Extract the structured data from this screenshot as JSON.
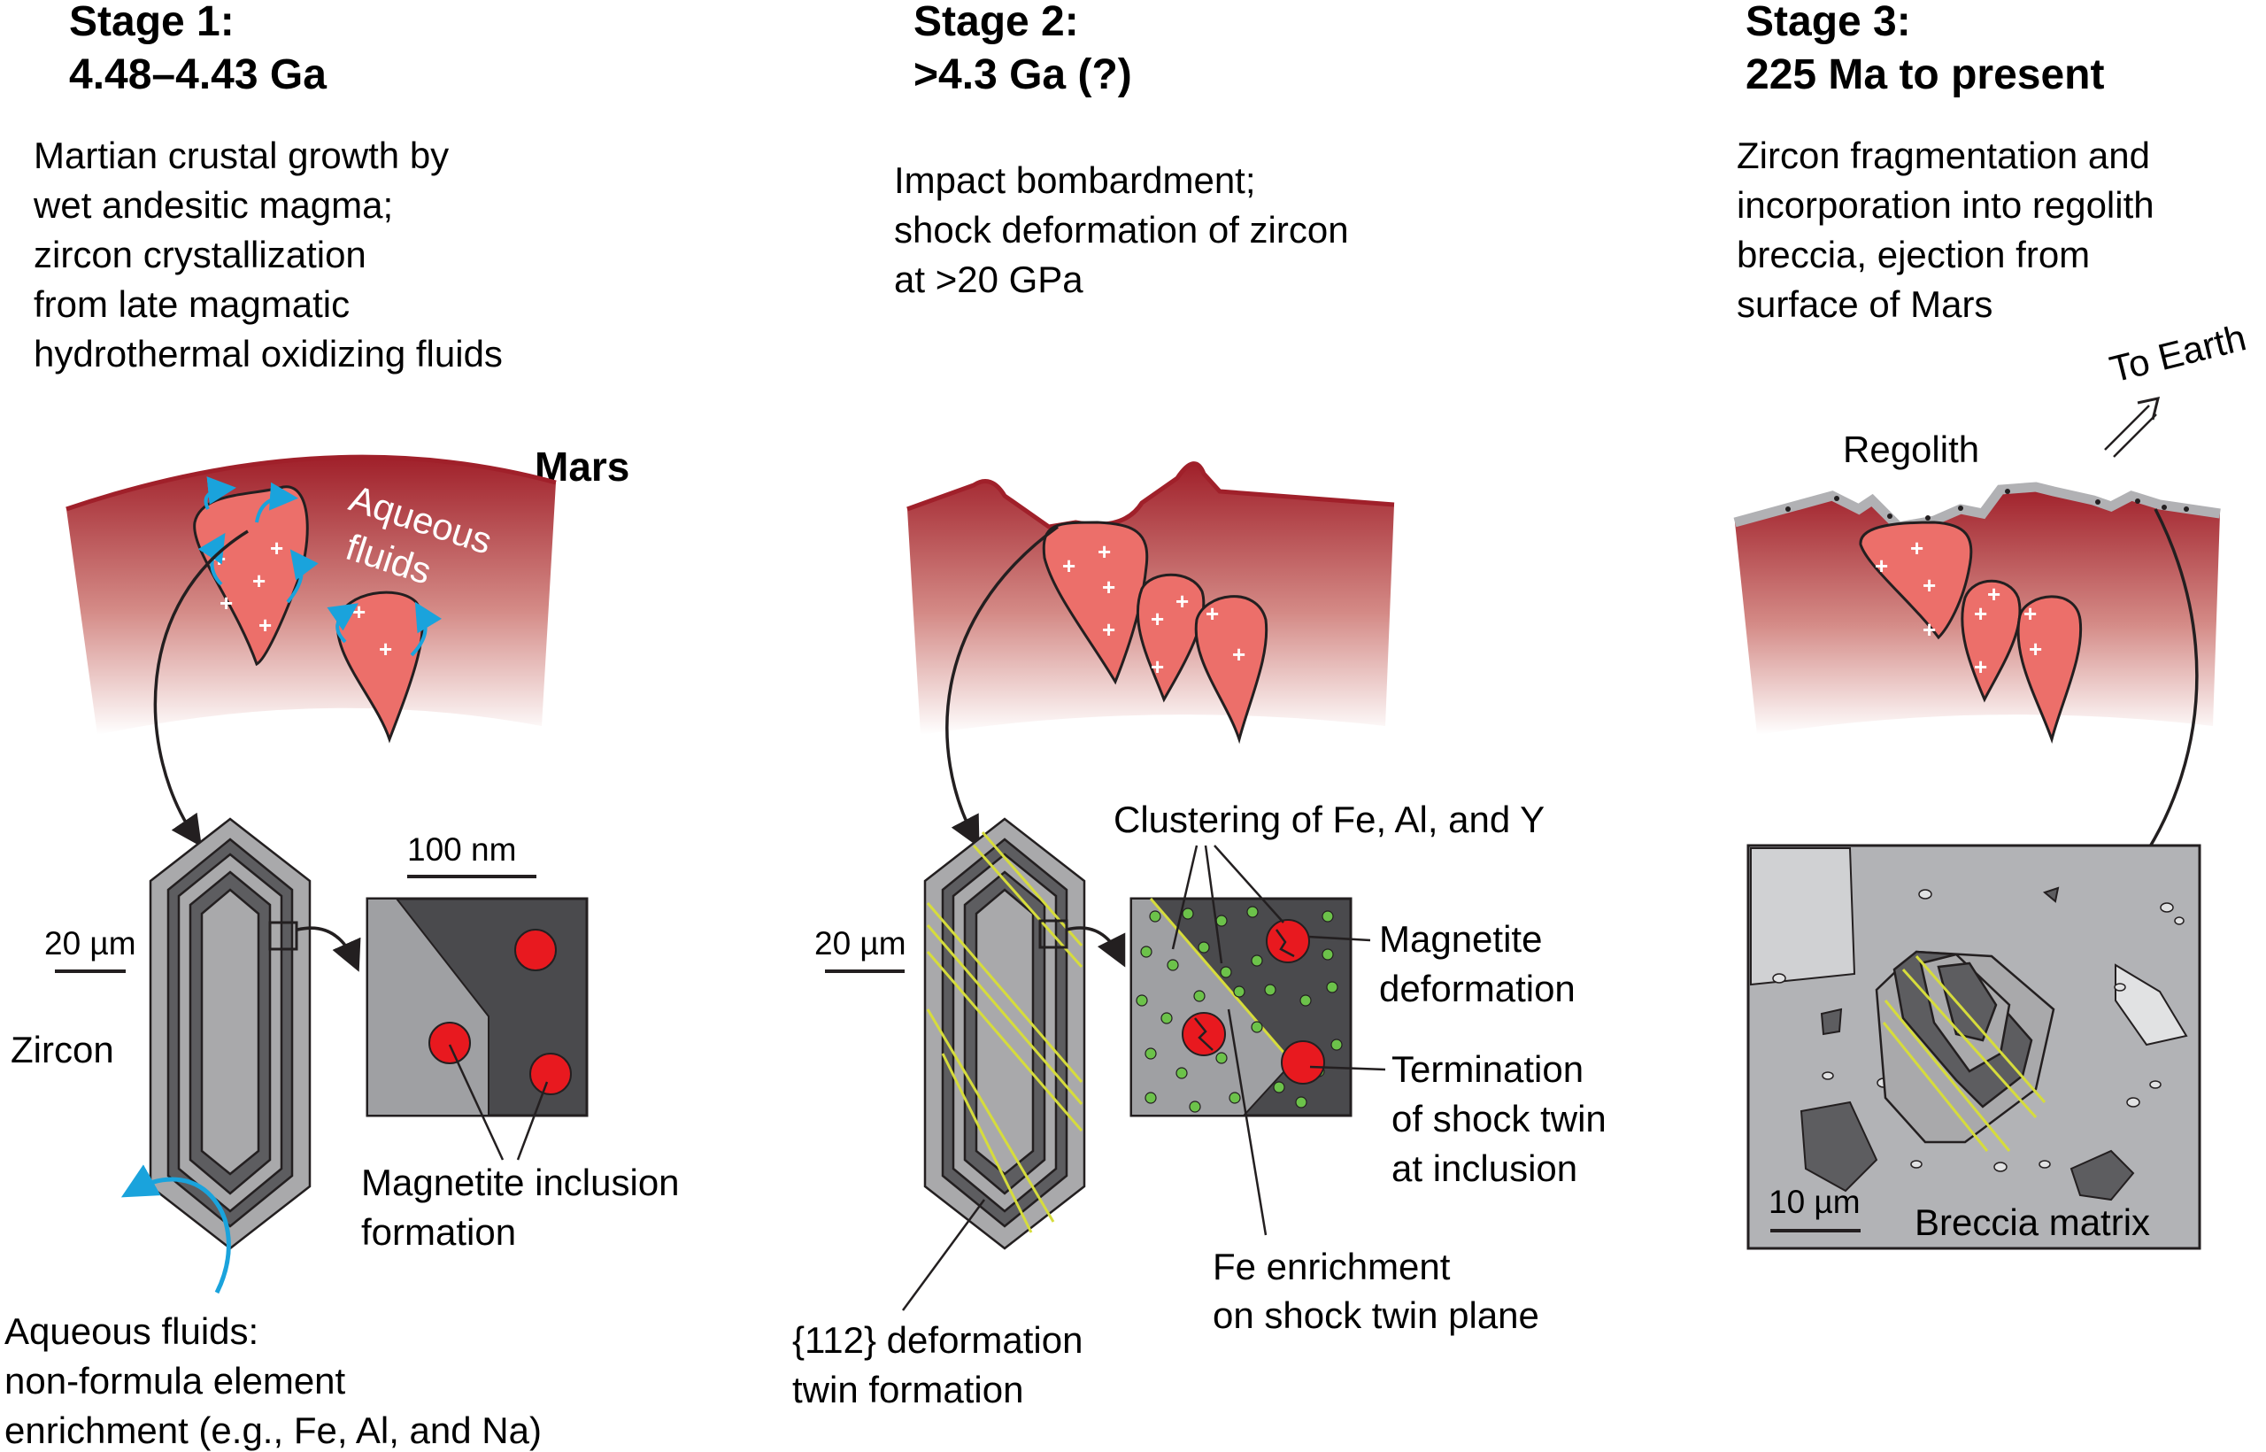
{
  "stage1": {
    "title": "Stage 1:",
    "age": "4.48–4.43 Ga",
    "description": [
      "Martian crustal growth by",
      "wet andesitic magma;",
      "zircon crystallization",
      "from late magmatic",
      "hydrothermal oxidizing fluids"
    ],
    "planet_label": "Mars",
    "fluids_label": [
      "Aqueous",
      "fluids"
    ],
    "scale_label": "20 µm",
    "zircon_label": "Zircon",
    "inset_scale_label": "100 nm",
    "inclusion_label": [
      "Magnetite inclusion",
      "formation"
    ],
    "fluid_note": [
      "Aqueous fluids:",
      "non-formula element",
      "enrichment (e.g., Fe, Al, and Na)"
    ]
  },
  "stage2": {
    "title": "Stage 2:",
    "age": ">4.3 Ga (?)",
    "description": [
      "Impact bombardment;",
      "shock deformation of zircon",
      "at >20 GPa"
    ],
    "scale_label": "20 µm",
    "clustering_label": "Clustering of Fe, Al, and Y",
    "magnetite_label": [
      "Magnetite",
      "deformation"
    ],
    "termination_label": [
      "Termination",
      "of shock twin",
      "at inclusion"
    ],
    "fe_label": [
      "Fe enrichment",
      "on shock twin plane"
    ],
    "twin_label": [
      "{112} deformation",
      "twin formation"
    ]
  },
  "stage3": {
    "title": "Stage 3:",
    "age": "225 Ma to present",
    "description": [
      "Zircon fragmentation and",
      "incorporation into regolith",
      "breccia, ejection from",
      "surface of Mars"
    ],
    "earth_label": "To Earth",
    "regolith_label": "Regolith",
    "scale_label": "10 µm",
    "matrix_label": "Breccia matrix"
  },
  "colors": {
    "crust_top": "#a0202a",
    "pluton": "#ec6f6a",
    "magnetite": "#e8191f",
    "fluid_arrow": "#1aa3dc",
    "twin_line": "#d6dc3c",
    "cluster_dot": "#6cc24a"
  }
}
